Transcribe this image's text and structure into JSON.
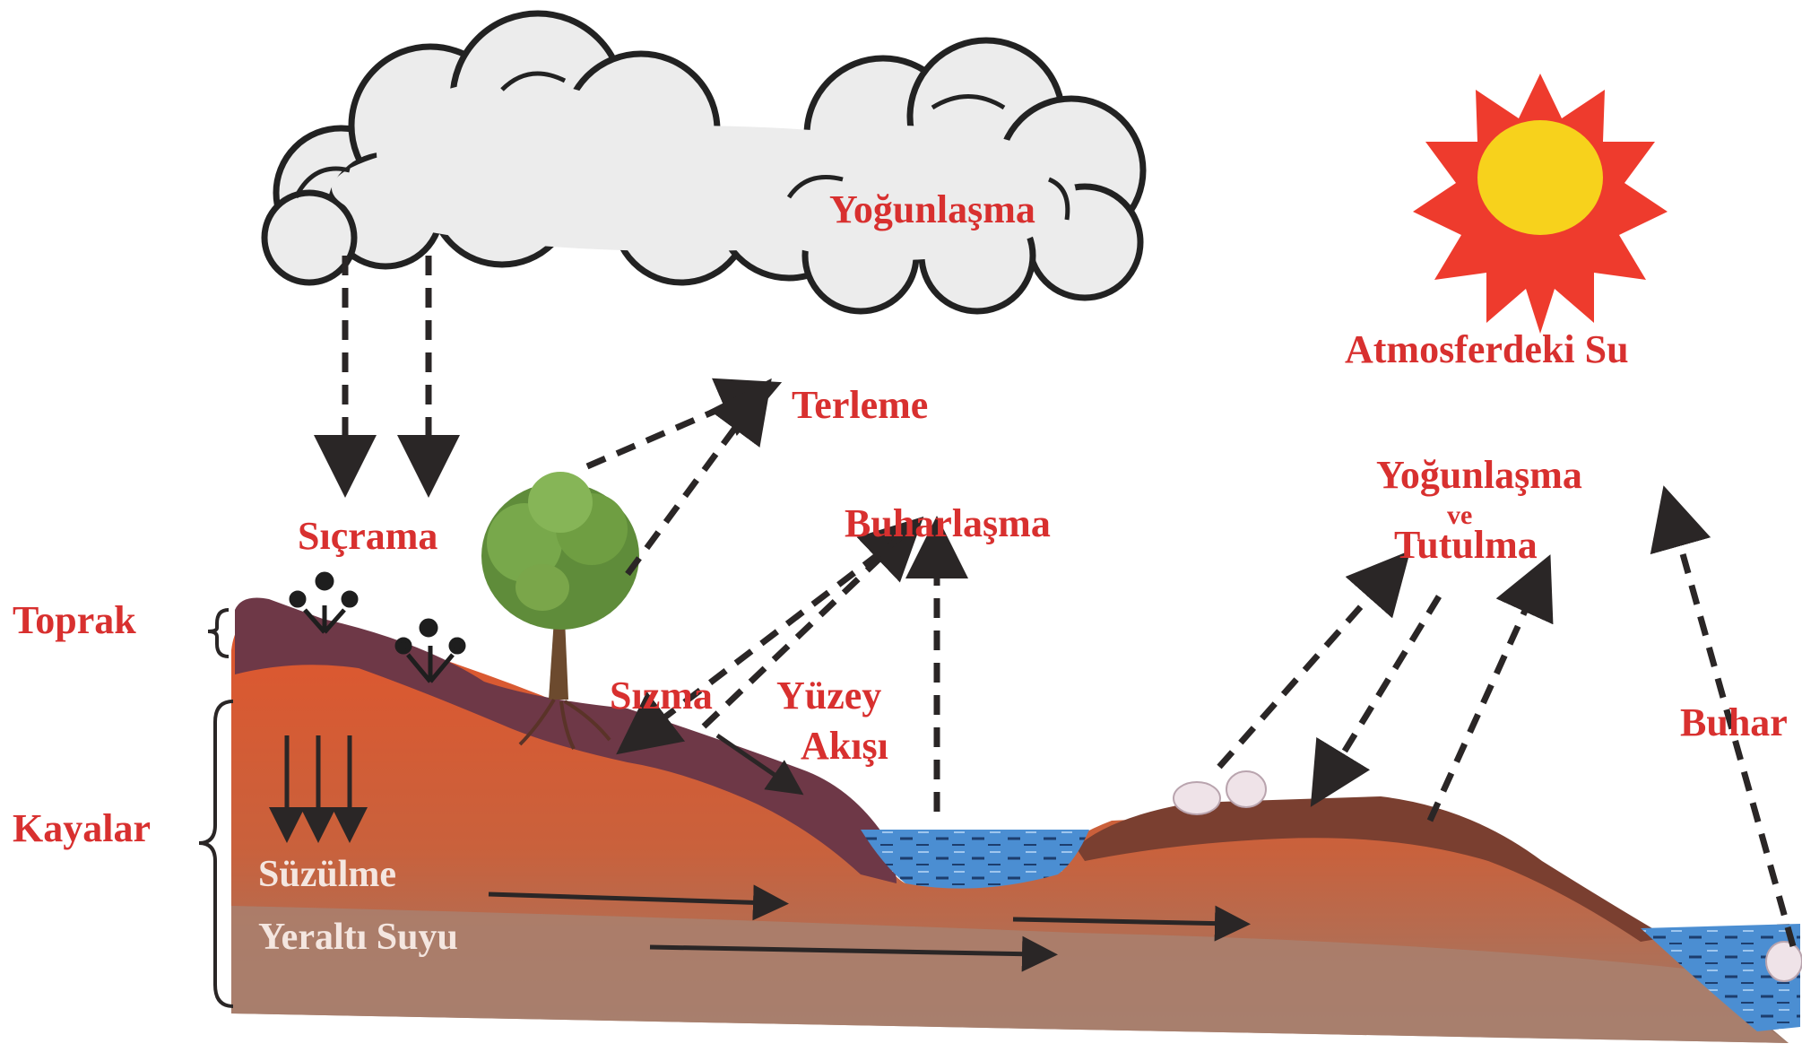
{
  "labels": {
    "condensation_cloud": "Yoğunlaşma",
    "atmospheric_water": "Atmosferdeki Su",
    "transpiration": "Terleme",
    "splash": "Sıçrama",
    "evaporation": "Buharlaşma",
    "condensation_interception_1": "Yoğunlaşma",
    "condensation_interception_2": "ve",
    "condensation_interception_3": "Tutulma",
    "soil": "Toprak",
    "infiltration": "Sızma",
    "surface_runoff_1": "Yüzey",
    "surface_runoff_2": "Akışı",
    "vapor": "Buhar",
    "rocks": "Kayalar",
    "percolation": "Süzülme",
    "groundwater": "Yeraltı Suyu"
  },
  "colors": {
    "label_red": "#d8302f",
    "sun_rays": "#ee3b2d",
    "sun_core": "#f7d21c",
    "soil_top": "#6e3847",
    "rock_orange": "#d7532f",
    "rock_brown": "#a7735e",
    "water_blue": "#4e8fd0"
  }
}
